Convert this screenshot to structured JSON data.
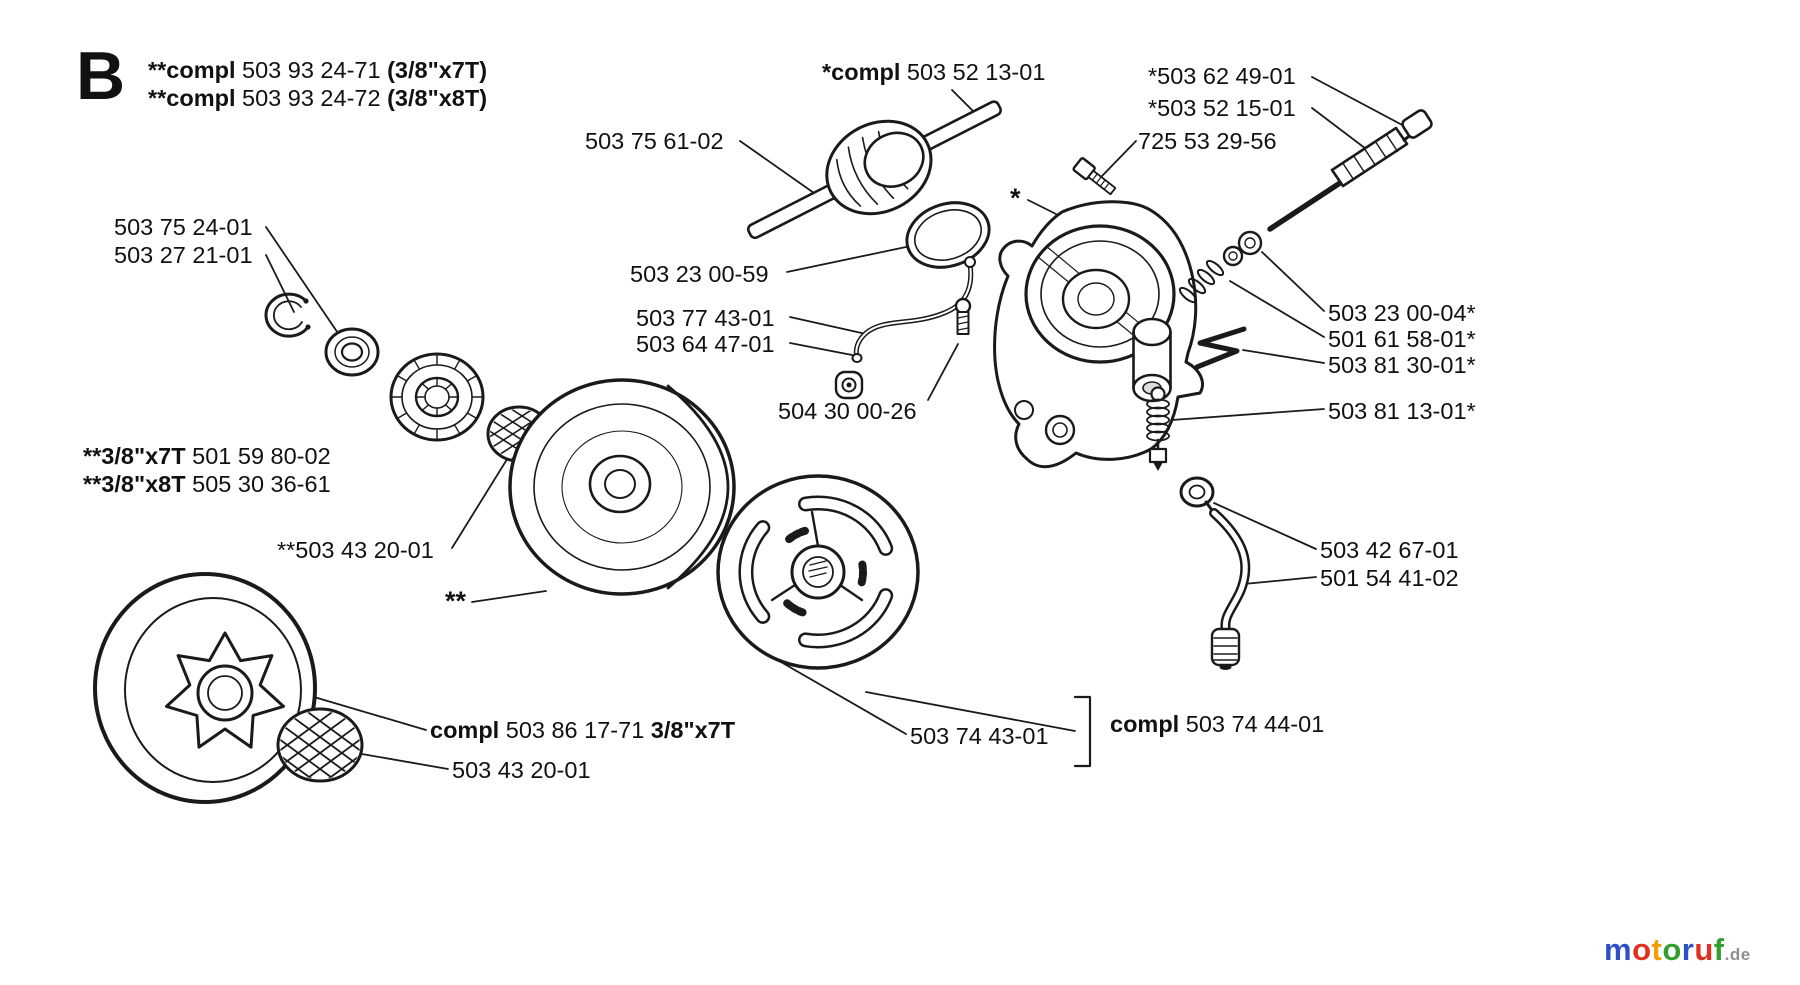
{
  "page": {
    "section_letter": "B"
  },
  "header": {
    "variant1": {
      "b1": "**compl",
      "num": " 503 93 24-71 ",
      "b2": "(3/8\"x7T)"
    },
    "variant2": {
      "b1": "**compl",
      "num": " 503 93 24-72 ",
      "b2": "(3/8\"x8T)"
    }
  },
  "labels": {
    "compl_503_52_13": {
      "b1": "*compl",
      "num": " 503 52 13-01"
    },
    "p_503_75_61": "503 75 61-02",
    "p_503_62_49": "*503 62 49-01",
    "p_503_52_15": "*503 52 15-01",
    "p_725_53_29": "725 53 29-56",
    "p_503_75_24": "503 75 24-01",
    "p_503_27_21": "503 27 21-01",
    "p_503_23_00_59": "503 23 00-59",
    "p_503_77_43": "503 77 43-01",
    "p_503_64_47": "503 64 47-01",
    "asterisk": "*",
    "p_504_30_00": "504 30 00-26",
    "p_503_23_00_04": "503 23 00-04*",
    "p_501_61_58": "501 61 58-01*",
    "p_503_81_30": "503 81 30-01*",
    "p_503_81_13": "503 81 13-01*",
    "rim_7t": {
      "b1": "**3/8\"x7T",
      "num": " 501 59 80-02"
    },
    "rim_8t": {
      "b1": "**3/8\"x8T",
      "num": " 505 30 36-61"
    },
    "p_503_43_20_a": "**503 43 20-01",
    "double_asterisk": "**",
    "p_503_42_67": "503 42 67-01",
    "p_501_54_41": "501 54 41-02",
    "compl_503_86_17": {
      "b1": "compl",
      "num": " 503 86 17-71 ",
      "b2": "3/8\"x7T"
    },
    "p_503_43_20_b": "503 43 20-01",
    "p_503_74_43": "503 74 43-01",
    "compl_503_74_44": {
      "b1": "compl",
      "num": " 503 74 44-01"
    }
  },
  "logo": {
    "letters": [
      {
        "char": "m",
        "color": "#2b50c8"
      },
      {
        "char": "o",
        "color": "#e03020"
      },
      {
        "char": "t",
        "color": "#f0a000"
      },
      {
        "char": "o",
        "color": "#30a030"
      },
      {
        "char": "r",
        "color": "#2b50c8"
      },
      {
        "char": "u",
        "color": "#e03020"
      },
      {
        "char": "f",
        "color": "#30a030"
      }
    ],
    "suffix": ".de",
    "suffix_color": "#909090"
  }
}
